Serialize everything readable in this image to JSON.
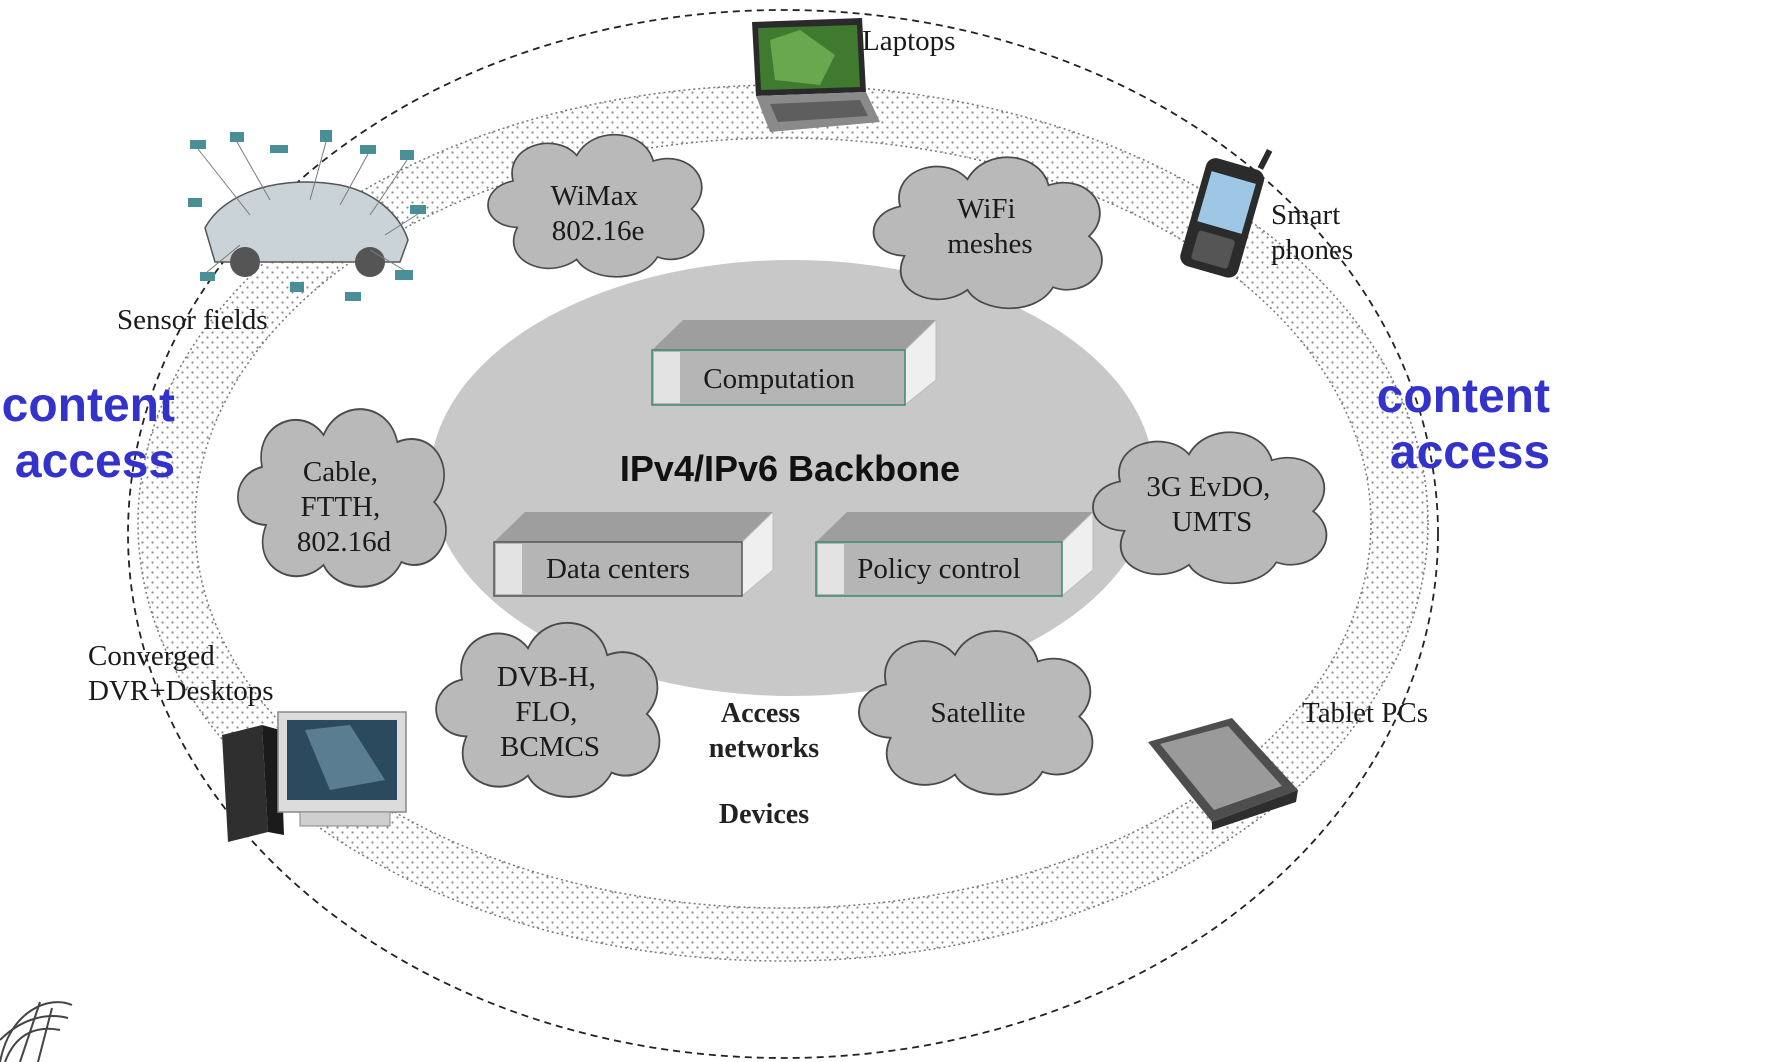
{
  "backbone": {
    "title": "IPv4/IPv6 Backbone"
  },
  "services": {
    "computation": "Computation",
    "data_centers": "Data centers",
    "policy_control": "Policy control"
  },
  "clouds": {
    "wimax": [
      "WiMax",
      "802.16e"
    ],
    "wifi": [
      "WiFi",
      "meshes"
    ],
    "cable": [
      "Cable,",
      "FTTH,",
      "802.16d"
    ],
    "threeg": [
      "3G EvDO,",
      "UMTS"
    ],
    "dvb": [
      "DVB-H,",
      "FLO,",
      "BCMCS"
    ],
    "satellite": [
      "Satellite"
    ]
  },
  "ring_labels": {
    "access": [
      "Access",
      "networks"
    ],
    "devices": "Devices"
  },
  "devices": {
    "laptops": "Laptops",
    "smartphones": [
      "Smart",
      "phones"
    ],
    "sensor_fields": "Sensor fields",
    "converged": [
      "Converged",
      "DVR+Desktops"
    ],
    "tablet": "Tablet PCs"
  },
  "content_access": {
    "left": [
      "content",
      "access"
    ],
    "right": [
      "content",
      "access"
    ]
  },
  "colors": {
    "accent": "#3333cc",
    "core": "#c8c8c8",
    "cloud": "#b9b9b9"
  }
}
